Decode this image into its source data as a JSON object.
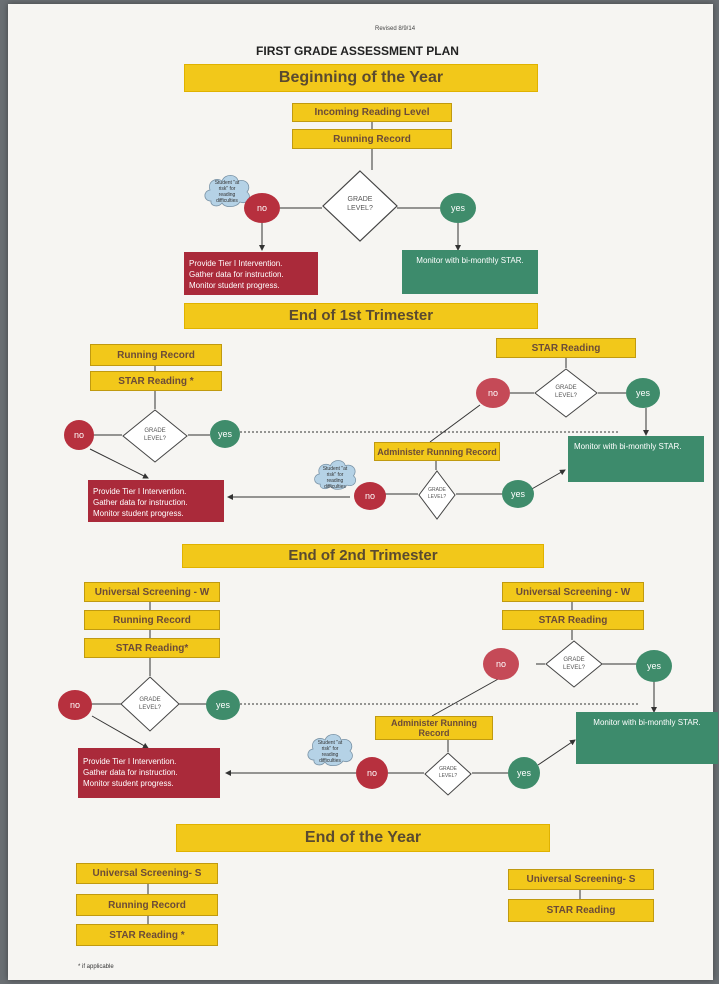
{
  "revised": "Revised 8/9/14",
  "title": "FIRST GRADE ASSESSMENT PLAN",
  "footnote": "* if applicable",
  "labels": {
    "no": "no",
    "yes": "yes",
    "grade_level": "GRADE LEVEL?"
  },
  "cloud_text": "Student \"at risk\" for reading difficulties",
  "tier": [
    "Provide Tier I Intervention.",
    "Gather data for instruction.",
    "Monitor student progress."
  ],
  "monitor": "Monitor with bi-monthly STAR.",
  "boy": {
    "banner": "Beginning of the Year",
    "box1": "Incoming Reading Level",
    "box2": "Running Record"
  },
  "t1": {
    "banner": "End of 1st Trimester",
    "left1": "Running Record",
    "left2": "STAR Reading *",
    "right1": "STAR Reading",
    "admin": "Administer Running Record"
  },
  "t2": {
    "banner": "End of 2nd Trimester",
    "left1": "Universal Screening - W",
    "left2": "Running Record",
    "left3": "STAR Reading*",
    "right1": "Universal Screening - W",
    "right2": "STAR Reading",
    "admin": "Administer Running Record"
  },
  "eoy": {
    "banner": "End of the Year",
    "left1": "Universal Screening- S",
    "left2": "Running Record",
    "left3": "STAR Reading *",
    "right1": "Universal Screening- S",
    "right2": "STAR Reading"
  },
  "colors": {
    "yellow": "#f2c81a",
    "red": "#b7303e",
    "green": "#3f8c6b",
    "cloud": "#b5d2e6"
  }
}
